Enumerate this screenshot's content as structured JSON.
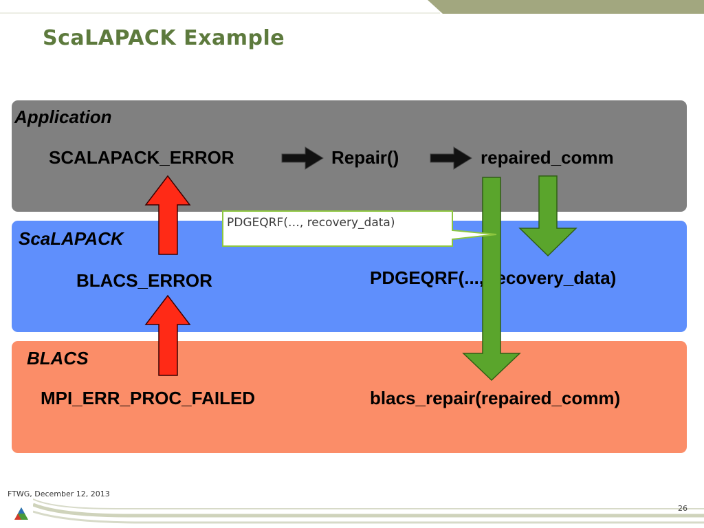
{
  "title": "ScaLAPACK Example",
  "layers": {
    "application": {
      "label": "Application",
      "error": "SCALAPACK_ERROR",
      "repair": "Repair()",
      "result": "repaired_comm"
    },
    "scalapack": {
      "label": "ScaLAPACK",
      "error": "BLACS_ERROR",
      "call": "PDGEQRF(..., recovery_data)"
    },
    "blacs": {
      "label": "BLACS",
      "error": "MPI_ERR_PROC_FAILED",
      "call": "blacs_repair(repaired_comm)"
    }
  },
  "callout": {
    "text": "PDGEQRF(…, recovery_data)"
  },
  "footer": {
    "left": "FTWG, December 12, 2013",
    "page": "26"
  },
  "colors": {
    "title": "#5d7a3d",
    "application_layer": "#808080",
    "scalapack_layer": "#5f8ffc",
    "blacs_layer": "#fb8d68",
    "error_arrow": "#ff2a16",
    "repair_arrow": "#5aa52c",
    "callout_border": "#8dc63f",
    "top_band": "#a2a77f"
  }
}
